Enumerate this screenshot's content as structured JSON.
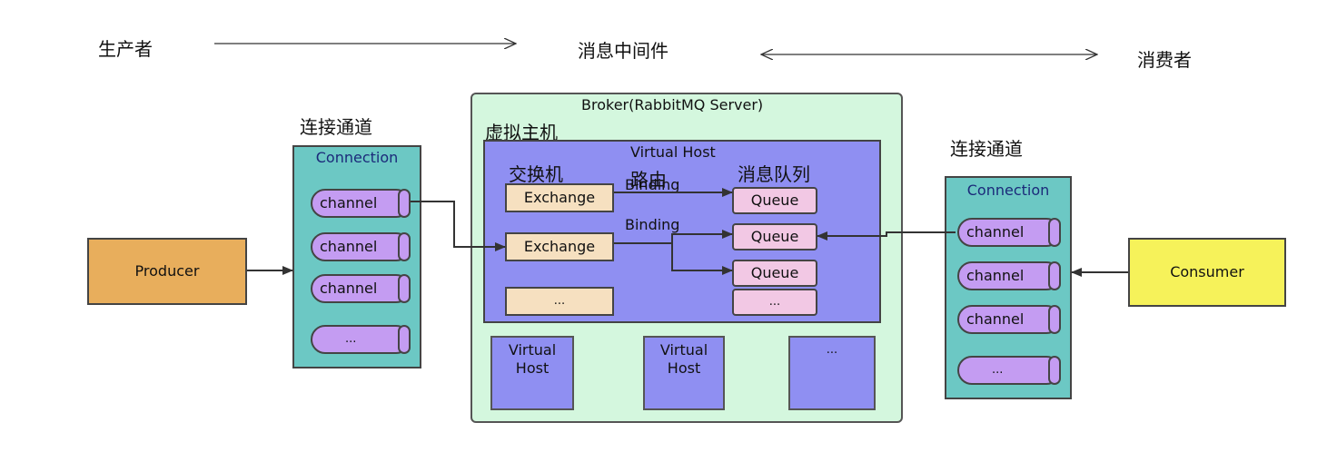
{
  "header": {
    "producer_side": "生产者",
    "middleware": "消息中间件",
    "consumer_side": "消费者"
  },
  "left": {
    "section_title": "连接通道",
    "connection_title": "Connection",
    "channels": [
      "channel",
      "channel",
      "channel",
      "..."
    ],
    "actor": "Producer"
  },
  "right": {
    "section_title": "连接通道",
    "connection_title": "Connection",
    "channels": [
      "channel",
      "channel",
      "channel",
      "..."
    ],
    "actor": "Consumer"
  },
  "broker": {
    "title": "Broker(RabbitMQ Server)",
    "virtual_host_cn": "虚拟主机",
    "virtual_host_en": "Virtual Host",
    "exchange_header": "交换机",
    "routing_header": "路由",
    "queue_header": "消息队列",
    "exchanges": [
      "Exchange",
      "Exchange",
      "..."
    ],
    "bindings": [
      "Binding",
      "Binding"
    ],
    "queues": [
      "Queue",
      "Queue",
      "Queue",
      "..."
    ],
    "other_hosts": [
      "Virtual\nHost",
      "Virtual\nHost",
      "..."
    ]
  },
  "colors": {
    "connection": "#6cc8c4",
    "channel": "#c49cf2",
    "producer": "#e8ae5c",
    "consumer": "#f6f25a",
    "broker": "#d4f7de",
    "virtual_host": "#8f8ff2",
    "exchange": "#f6e0c0",
    "queue": "#f2c8e4"
  }
}
